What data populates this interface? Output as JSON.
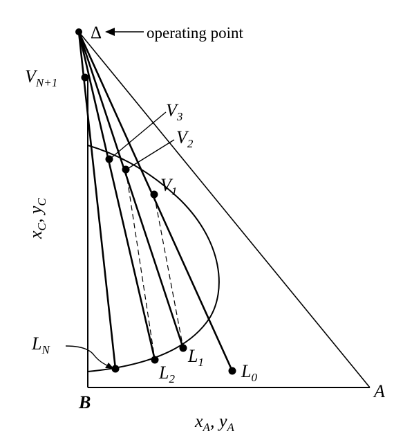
{
  "labels": {
    "delta": "Δ",
    "operating_point": "operating point",
    "v_n_plus_1": "V",
    "v_n_plus_1_sub": "N+1",
    "v3": "V",
    "v3_sub": "3",
    "v2": "V",
    "v2_sub": "2",
    "v1": "V",
    "v1_sub": "1",
    "ln": "L",
    "ln_sub": "N",
    "l2": "L",
    "l2_sub": "2",
    "l1": "L",
    "l1_sub": "1",
    "l0": "L",
    "l0_sub": "0",
    "b": "B",
    "a": "A",
    "y_axis": "x",
    "y_axis_sub1": "C",
    "y_axis_mid": ", y",
    "y_axis_sub2": "C",
    "x_axis": "x",
    "x_axis_sub1": "A",
    "x_axis_mid": ", y",
    "x_axis_sub2": "A"
  },
  "colors": {
    "ink": "#000000",
    "background": "#ffffff"
  }
}
